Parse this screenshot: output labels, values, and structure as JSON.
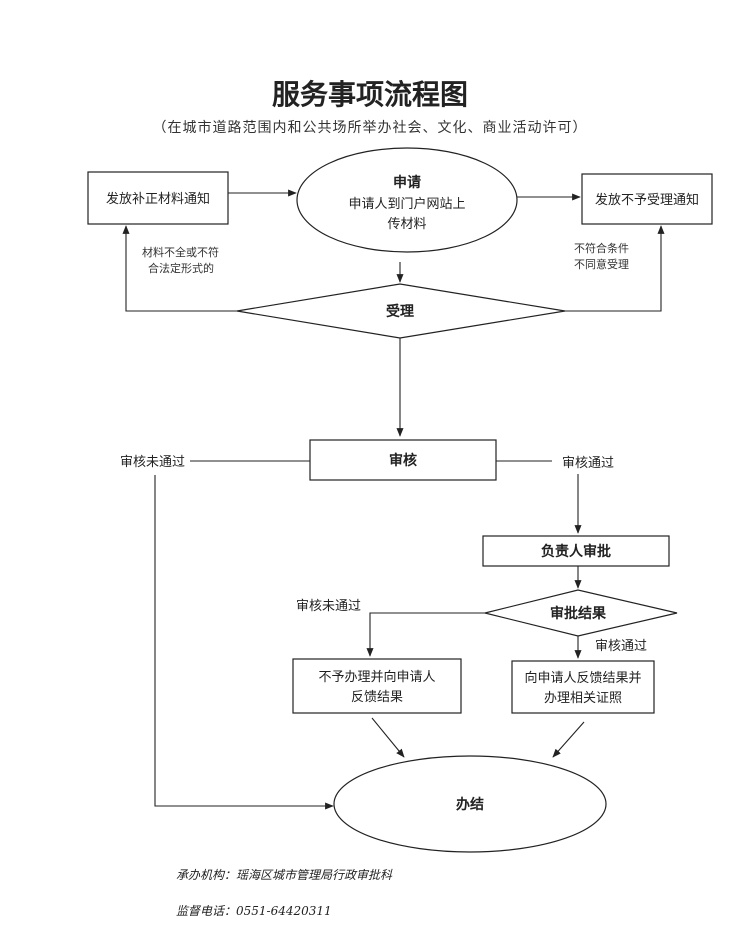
{
  "title": "服务事项流程图",
  "subtitle": "（在城市道路范围内和公共场所举办社会、文化、商业活动许可）",
  "nodes": {
    "apply": {
      "title": "申请",
      "line1": "申请人到门户网站上",
      "line2": "传材料"
    },
    "correction_notice": "发放补正材料通知",
    "reject_notice": "发放不予受理通知",
    "accept": "受理",
    "review": "审核",
    "approval": "负责人审批",
    "approval_result": "审批结果",
    "deny_result": {
      "line1": "不予办理并向申请人",
      "line2": "反馈结果"
    },
    "grant_result": {
      "line1": "向申请人反馈结果并",
      "line2": "办理相关证照"
    },
    "finish": "办结"
  },
  "edge_labels": {
    "incomplete": {
      "line1": "材料不全或不符",
      "line2": "合法定形式的"
    },
    "not_qualified": {
      "line1": "不符合条件",
      "line2": "不同意受理"
    },
    "review_fail": "审核未通过",
    "review_pass": "审核通过",
    "approval_fail": "审核未通过",
    "approval_pass": "审核通过"
  },
  "footer": {
    "agency": "承办机构：瑶海区城市管理局行政审批科",
    "phone": "监督电话：0551-64420311"
  }
}
